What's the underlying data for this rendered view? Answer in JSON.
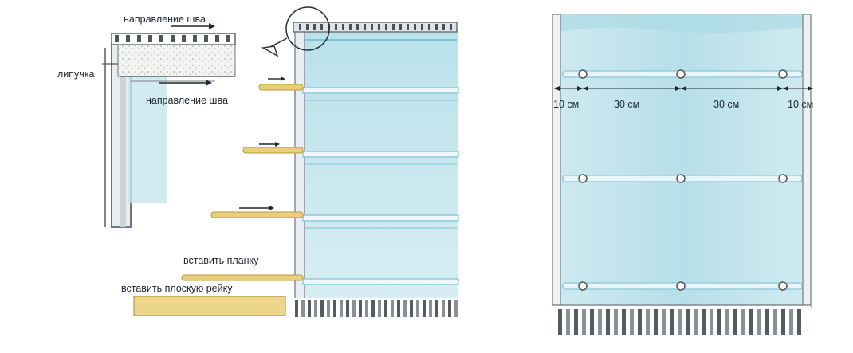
{
  "labels": {
    "seam_top": "направление шва",
    "velcro": "липучка",
    "seam_bottom": "направление шва",
    "insert_slat": "вставить планку",
    "insert_flat_rail": "вставить плоскую рейку"
  },
  "dimensions": [
    "10 см",
    "30 см",
    "30 см",
    "10 см"
  ],
  "colors": {
    "fabric": "#bfe3ec",
    "fabric_light": "#d8eef4",
    "frame": "#8a8f96",
    "wood": "#e9cf7a",
    "ink": "#1f2630"
  }
}
